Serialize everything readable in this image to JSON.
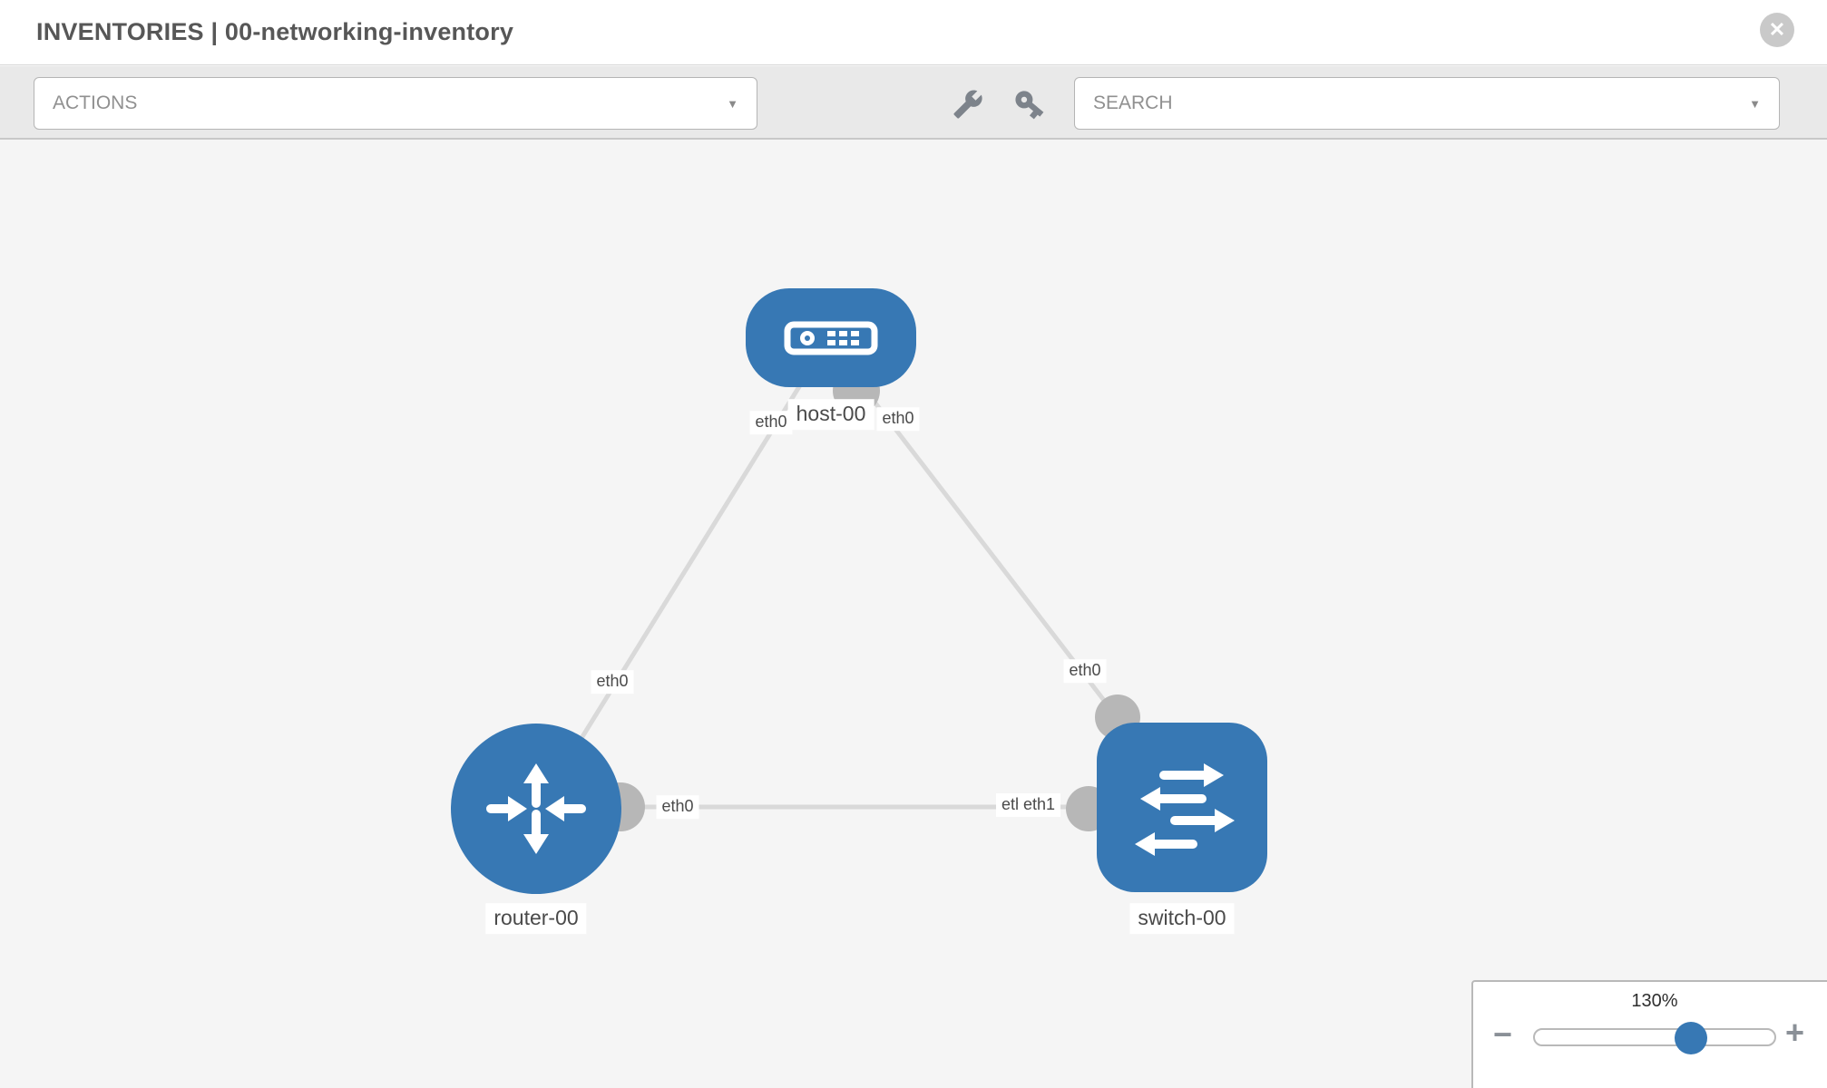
{
  "header": {
    "title": "INVENTORIES | 00-networking-inventory",
    "close_glyph": "✕"
  },
  "toolbar": {
    "actions_label": "ACTIONS",
    "search_label": "SEARCH",
    "caret_glyph": "▼"
  },
  "topology": {
    "nodes": {
      "host": {
        "label": "host-00",
        "type": "host"
      },
      "router": {
        "label": "router-00",
        "type": "router"
      },
      "switch": {
        "label": "switch-00",
        "type": "switch"
      }
    },
    "links": [
      {
        "from": "host-00",
        "to": "router-00",
        "from_interface": "eth0",
        "to_interface": "eth0"
      },
      {
        "from": "host-00",
        "to": "switch-00",
        "from_interface": "eth0",
        "to_interface": "eth0"
      },
      {
        "from": "router-00",
        "to": "switch-00",
        "from_interface": "eth0",
        "to_interface": "eth1"
      }
    ],
    "interfaces": {
      "host_to_router": "eth0",
      "host_to_switch": "eth0",
      "router_to_host": "eth0",
      "switch_to_host": "eth0",
      "router_to_switch": "eth0",
      "switch_to_router_hidden": "eth0",
      "switch_to_router": "eth1"
    }
  },
  "zoom_control": {
    "value": "130%",
    "minus_glyph": "−",
    "plus_glyph": "+"
  },
  "colors": {
    "node_blue": "#3778b4",
    "edge_gray": "#d9d9d9",
    "port_gray": "#b7b7b7",
    "toolbar_bg": "#e9e9e9",
    "canvas_bg": "#f5f5f5"
  }
}
